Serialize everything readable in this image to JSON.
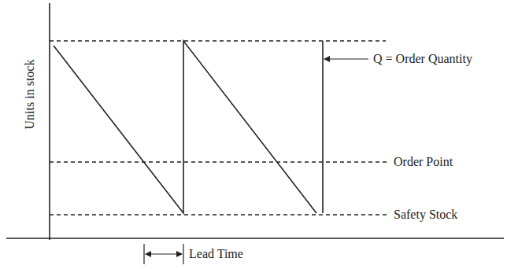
{
  "diagram": {
    "labels": [
      "Units in stock",
      "Q = Order Quantity",
      "Order Point",
      "Safety Stock",
      "Lead Time"
    ]
  }
}
